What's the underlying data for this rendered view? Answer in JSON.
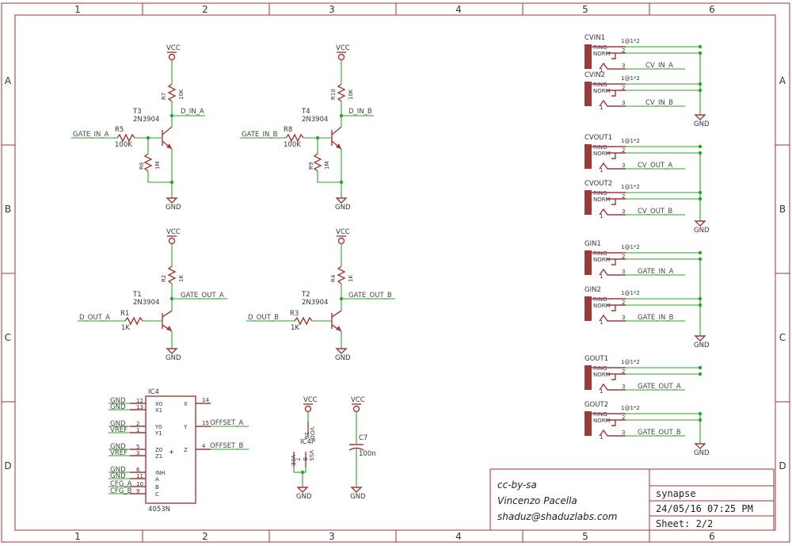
{
  "frame": {
    "columns": [
      "1",
      "2",
      "3",
      "4",
      "5",
      "6"
    ],
    "rows": [
      "A",
      "B",
      "C",
      "D"
    ]
  },
  "power": {
    "vcc": "VCC",
    "gnd": "GND"
  },
  "inverters_top": [
    {
      "transistor": "T3",
      "transistor_part": "2N3904",
      "r_top": "R7",
      "r_top_val": "10K",
      "r_in": "R5",
      "r_in_val": "100K",
      "r_bias": "R6",
      "r_bias_val": "1M",
      "input": "GATE_IN_A",
      "output": "D_IN_A"
    },
    {
      "transistor": "T4",
      "transistor_part": "2N3904",
      "r_top": "R10",
      "r_top_val": "10K",
      "r_in": "R8",
      "r_in_val": "100K",
      "r_bias": "R9",
      "r_bias_val": "1M",
      "input": "GATE_IN_B",
      "output": "D_IN_B"
    }
  ],
  "drivers": [
    {
      "transistor": "T1",
      "transistor_part": "2N3904",
      "r_top": "R2",
      "r_top_val": "1K",
      "r_in": "R1",
      "r_in_val": "1K",
      "input": "D_OUT_A",
      "output": "GATE_OUT_A"
    },
    {
      "transistor": "T2",
      "transistor_part": "2N3904",
      "r_top": "R4",
      "r_top_val": "1K",
      "r_in": "R3",
      "r_in_val": "1K",
      "input": "D_OUT_B",
      "output": "GATE_OUT_B"
    }
  ],
  "ic4": {
    "name": "IC4",
    "part": "4053N",
    "pins_left": [
      {
        "net": "GND",
        "num": "12",
        "pin": "X0"
      },
      {
        "net": "GND",
        "num": "13",
        "pin": "X1"
      },
      {
        "net": "GND",
        "num": "2",
        "pin": "Y0"
      },
      {
        "net": "VREF",
        "num": "1",
        "pin": "Y1"
      },
      {
        "net": "GND",
        "num": "5",
        "pin": "Z0"
      },
      {
        "net": "VREF",
        "num": "3",
        "pin": "Z1"
      },
      {
        "net": "GND",
        "num": "6",
        "pin": "INH"
      },
      {
        "net": "GND",
        "num": "11",
        "pin": "A"
      },
      {
        "net": "CFG_A",
        "num": "10",
        "pin": "B"
      },
      {
        "net": "CFG_B",
        "num": "9",
        "pin": "C"
      }
    ],
    "pins_right": [
      {
        "num": "14",
        "pin": "X",
        "net": ""
      },
      {
        "num": "15",
        "pin": "Y",
        "net": "OFFSET_A"
      },
      {
        "num": "4",
        "pin": "Z",
        "net": "OFFSET_B"
      }
    ]
  },
  "ic4p": {
    "name": "IC4P",
    "vdd": "VDD",
    "pin16": "16",
    "pin7": "7",
    "pin8": "8",
    "vee": "VEE",
    "vss": "VSS"
  },
  "cap": {
    "name": "C7",
    "value": "100n"
  },
  "jacks": [
    {
      "name": "CVIN1",
      "net": "CV_IN_A"
    },
    {
      "name": "CVIN2",
      "net": "CV_IN_B"
    },
    {
      "name": "CVOUT1",
      "net": "CV_OUT_A"
    },
    {
      "name": "CVOUT2",
      "net": "CV_OUT_B"
    },
    {
      "name": "GIN1",
      "net": "GATE_IN_A"
    },
    {
      "name": "GIN2",
      "net": "GATE_IN_B"
    },
    {
      "name": "GOUT1",
      "net": "GATE_OUT_A"
    },
    {
      "name": "GOUT2",
      "net": "GATE_OUT_B"
    }
  ],
  "jack_pins": {
    "id": "1@1*2",
    "ring": "RING",
    "norm": "NORM",
    "p2": "2",
    "p3": "3",
    "p1": "1"
  },
  "title_block": {
    "license": "cc-by-sa",
    "author": "Vincenzo Pacella",
    "email": "shaduz@shaduzlabs.com",
    "project": "synapse",
    "date": "24/05/16 07:25 PM",
    "sheet": "Sheet: 2/2"
  },
  "colors": {
    "frame": "#a03030",
    "symbol": "#9c3a3a",
    "net": "#2aa32a",
    "text": "#333333"
  }
}
